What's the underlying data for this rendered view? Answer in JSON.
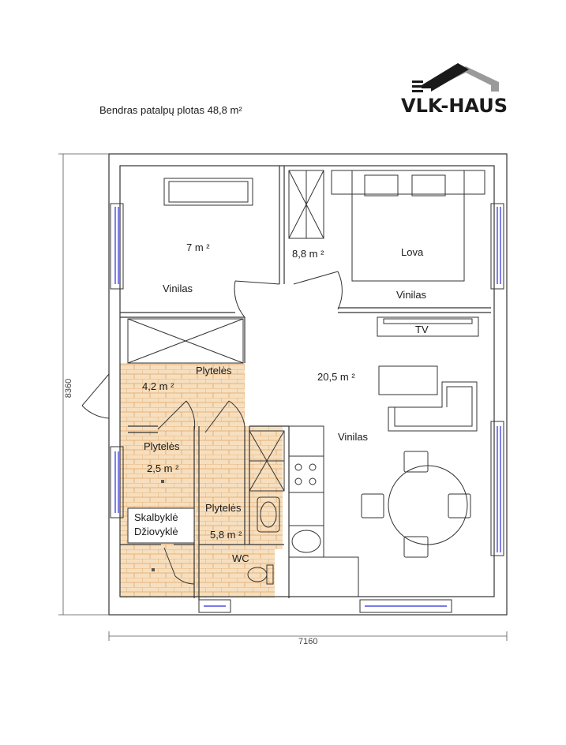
{
  "header": {
    "total_area": "Bendras patalpų plotas 48,8 m²"
  },
  "logo": {
    "text": "VLK-HAUS",
    "accent_color": "#9a9a9a",
    "dark_color": "#1a1a1a"
  },
  "dimensions": {
    "width": "7160",
    "height": "8360"
  },
  "rooms": {
    "room_left_area": "7 m ²",
    "room_left_floor": "Vinilas",
    "closet_area": "8,8 m ²",
    "bed_label": "Lova",
    "bedroom_floor": "Vinilas",
    "tv_label": "TV",
    "living_area": "20,5 m ²",
    "living_floor": "Vinilas",
    "hall_floor": "Plytelės",
    "hall_area": "4,2 m ²",
    "utility_floor": "Plytelės",
    "utility_area": "2,5 m ²",
    "washer_label": "Skalbyklė",
    "dryer_label": "Džiovyklė",
    "bath_floor": "Plytelės",
    "bath_area": "5,8 m ²",
    "wc_label": "WC"
  },
  "colors": {
    "tile": "#f6dfbf",
    "tile_line": "#e2a564",
    "wall": "#333333",
    "window": "#2b2bd6"
  }
}
